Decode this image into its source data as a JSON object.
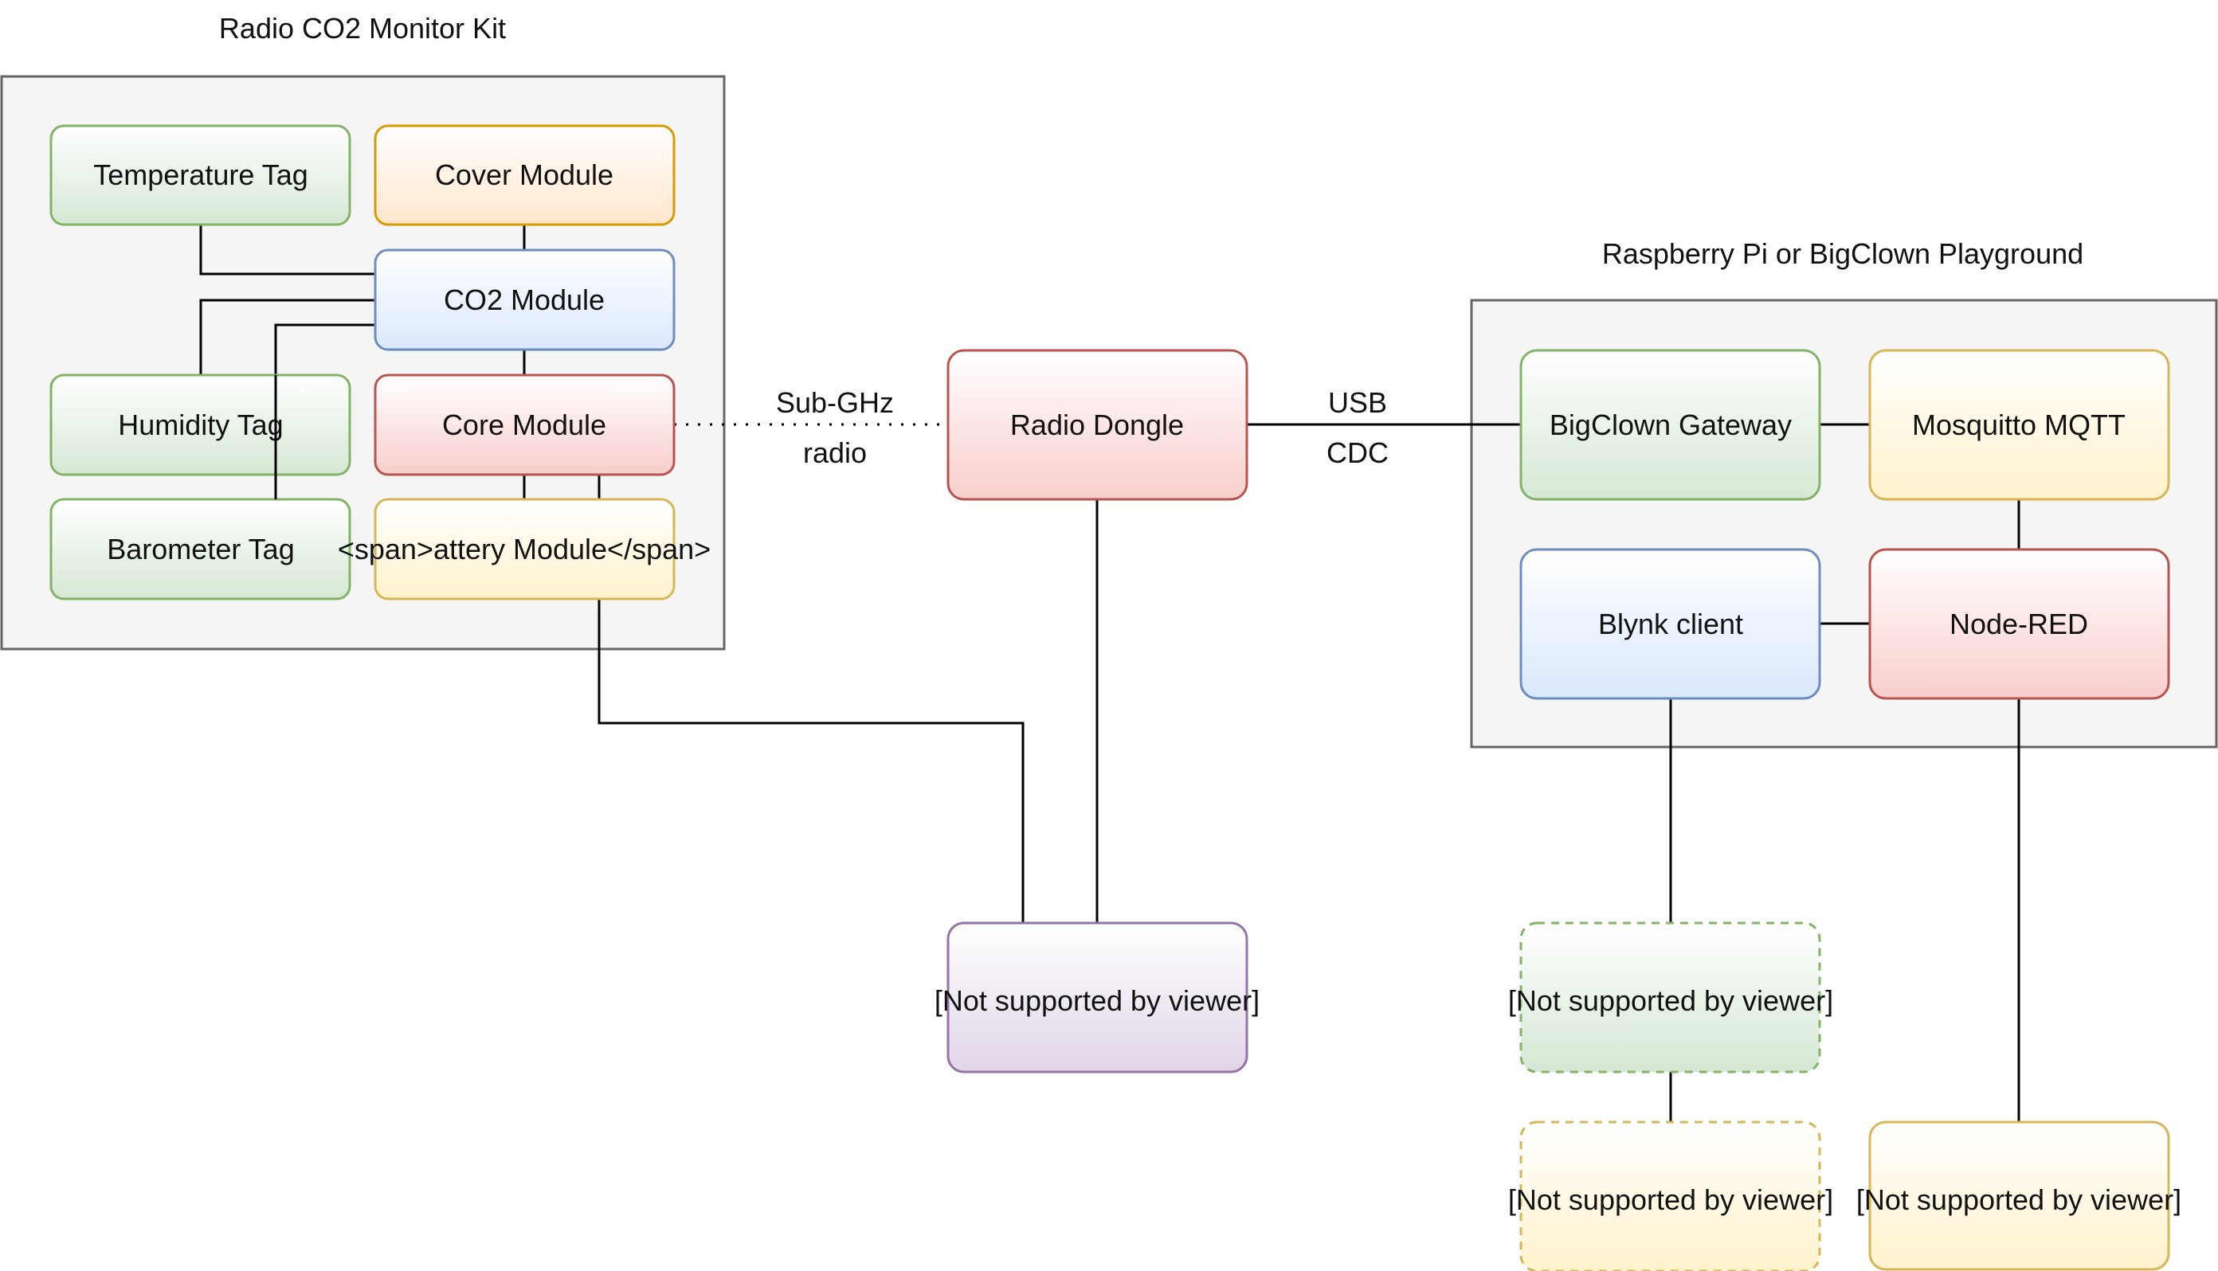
{
  "containers": {
    "kit": {
      "title": "Radio CO2 Monitor Kit"
    },
    "pi": {
      "title": "Raspberry Pi or BigClown Playground"
    }
  },
  "nodes": {
    "temperature_tag": {
      "label": "Temperature Tag",
      "style": "green"
    },
    "cover_module": {
      "label": "Cover Module",
      "style": "orange"
    },
    "co2_module": {
      "label": "CO2 Module",
      "style": "blue"
    },
    "humidity_tag": {
      "label": "Humidity Tag",
      "style": "green"
    },
    "core_module": {
      "label": "Core Module",
      "style": "red"
    },
    "barometer_tag": {
      "label": "Barometer Tag",
      "style": "green"
    },
    "battery_module": {
      "label": "<span>attery Module</span>",
      "style": "yellow"
    },
    "radio_dongle": {
      "label": "Radio Dongle",
      "style": "red"
    },
    "bigclown_gateway": {
      "label": "BigClown Gateway",
      "style": "green"
    },
    "mosquitto_mqtt": {
      "label": "Mosquitto MQTT",
      "style": "yellow"
    },
    "blynk_client": {
      "label": "Blynk client",
      "style": "blue"
    },
    "node_red": {
      "label": "Node-RED",
      "style": "red"
    },
    "unsupported_1": {
      "label": "[Not supported by viewer]",
      "style": "purple"
    },
    "unsupported_2": {
      "label": "[Not supported by viewer]",
      "style": "green-dashed"
    },
    "unsupported_3": {
      "label": "[Not supported by viewer]",
      "style": "yellow-dashed"
    },
    "unsupported_4": {
      "label": "[Not supported by viewer]",
      "style": "yellow"
    }
  },
  "edge_labels": {
    "radio_line1": "Sub-GHz",
    "radio_line2": "radio",
    "usb_line1": "USB",
    "usb_line2": "CDC"
  },
  "colors": {
    "green": {
      "stroke": "#82b366",
      "top": "#ffffff",
      "bottom": "#d5e8d4"
    },
    "orange": {
      "stroke": "#d79b00",
      "top": "#ffffff",
      "bottom": "#ffe6cc"
    },
    "blue": {
      "stroke": "#6c8ebf",
      "top": "#ffffff",
      "bottom": "#dae8fc"
    },
    "red": {
      "stroke": "#b85450",
      "top": "#ffffff",
      "bottom": "#f8cecc"
    },
    "yellow": {
      "stroke": "#d6b656",
      "top": "#ffffff",
      "bottom": "#fff2cc"
    },
    "purple": {
      "stroke": "#9673a6",
      "top": "#ffffff",
      "bottom": "#e1d5e7"
    },
    "container_fill": "#f5f5f5",
    "container_stroke": "#666666"
  }
}
